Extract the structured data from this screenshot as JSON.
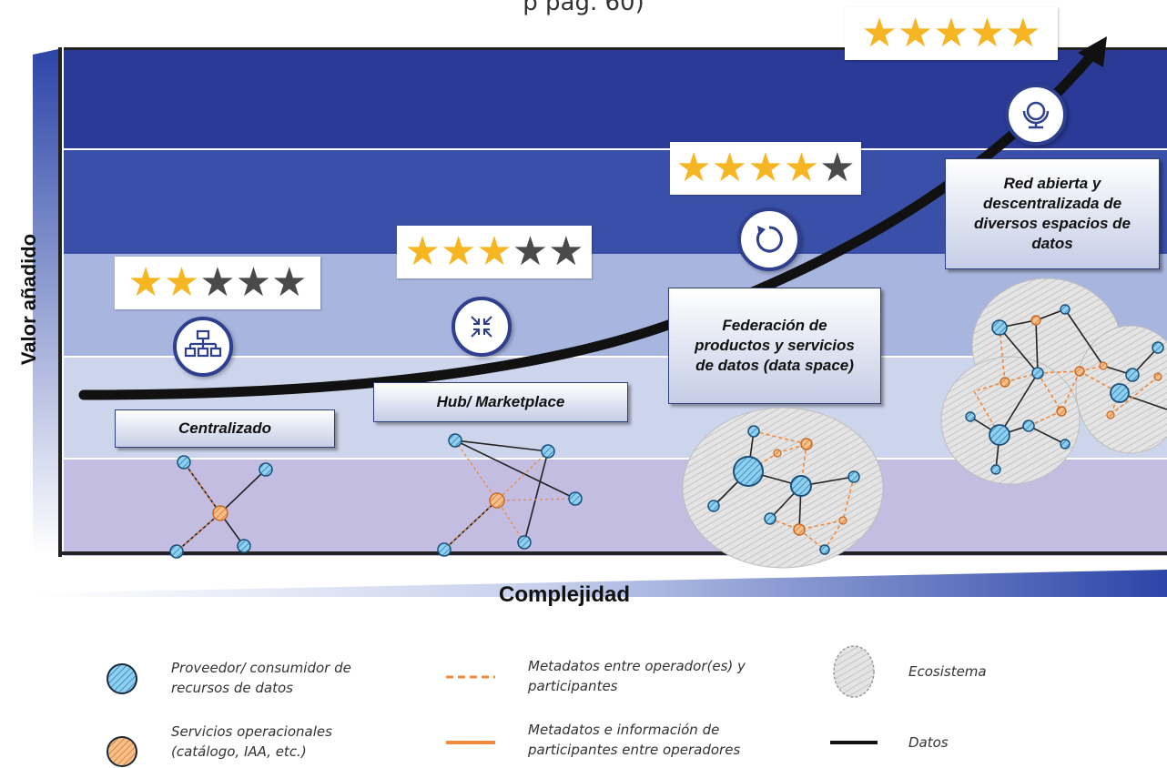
{
  "caption_top": "p                                                                              pág. 60)",
  "y_axis_label": "Valor añadido",
  "x_axis_label": "Complejidad",
  "colors": {
    "band_top": "#2a3a96",
    "band_second": "#3a50a8",
    "band_third": "#a8b5de",
    "band_fourth": "#cdd5ec",
    "band_bottom": "#c4bde2",
    "icon_border": "#2e3f8f",
    "star_filled": "#f6b522",
    "star_empty": "#4a4a4a",
    "data_node": "#6fb7e0",
    "service_node": "#f0a560",
    "metadata_line": "#f08a3c"
  },
  "stages": [
    {
      "label": "Centralizado",
      "icon": "hierarchy-icon",
      "stars_filled": 2,
      "stars_total": 5
    },
    {
      "label": "Hub/ Marketplace",
      "icon": "converge-arrows-icon",
      "stars_filled": 3,
      "stars_total": 5
    },
    {
      "label": "Federación de productos y servicios de datos (data space)",
      "icon": "cycle-icon",
      "stars_filled": 4,
      "stars_total": 5
    },
    {
      "label": "Red abierta y descentralizada de diversos espacios de datos",
      "icon": "globe-icon",
      "stars_filled": 5,
      "stars_total": 5
    }
  ],
  "legend": {
    "provider": "Proveedor/ consumidor de recursos de datos",
    "services": "Servicios operacionales (catálogo, IAA, etc.)",
    "metadata_dashed": "Metadatos entre operador(es) y participantes",
    "metadata_solid": "Metadatos e información de participantes entre operadores",
    "ecosystem": "Ecosistema",
    "data": "Datos"
  }
}
